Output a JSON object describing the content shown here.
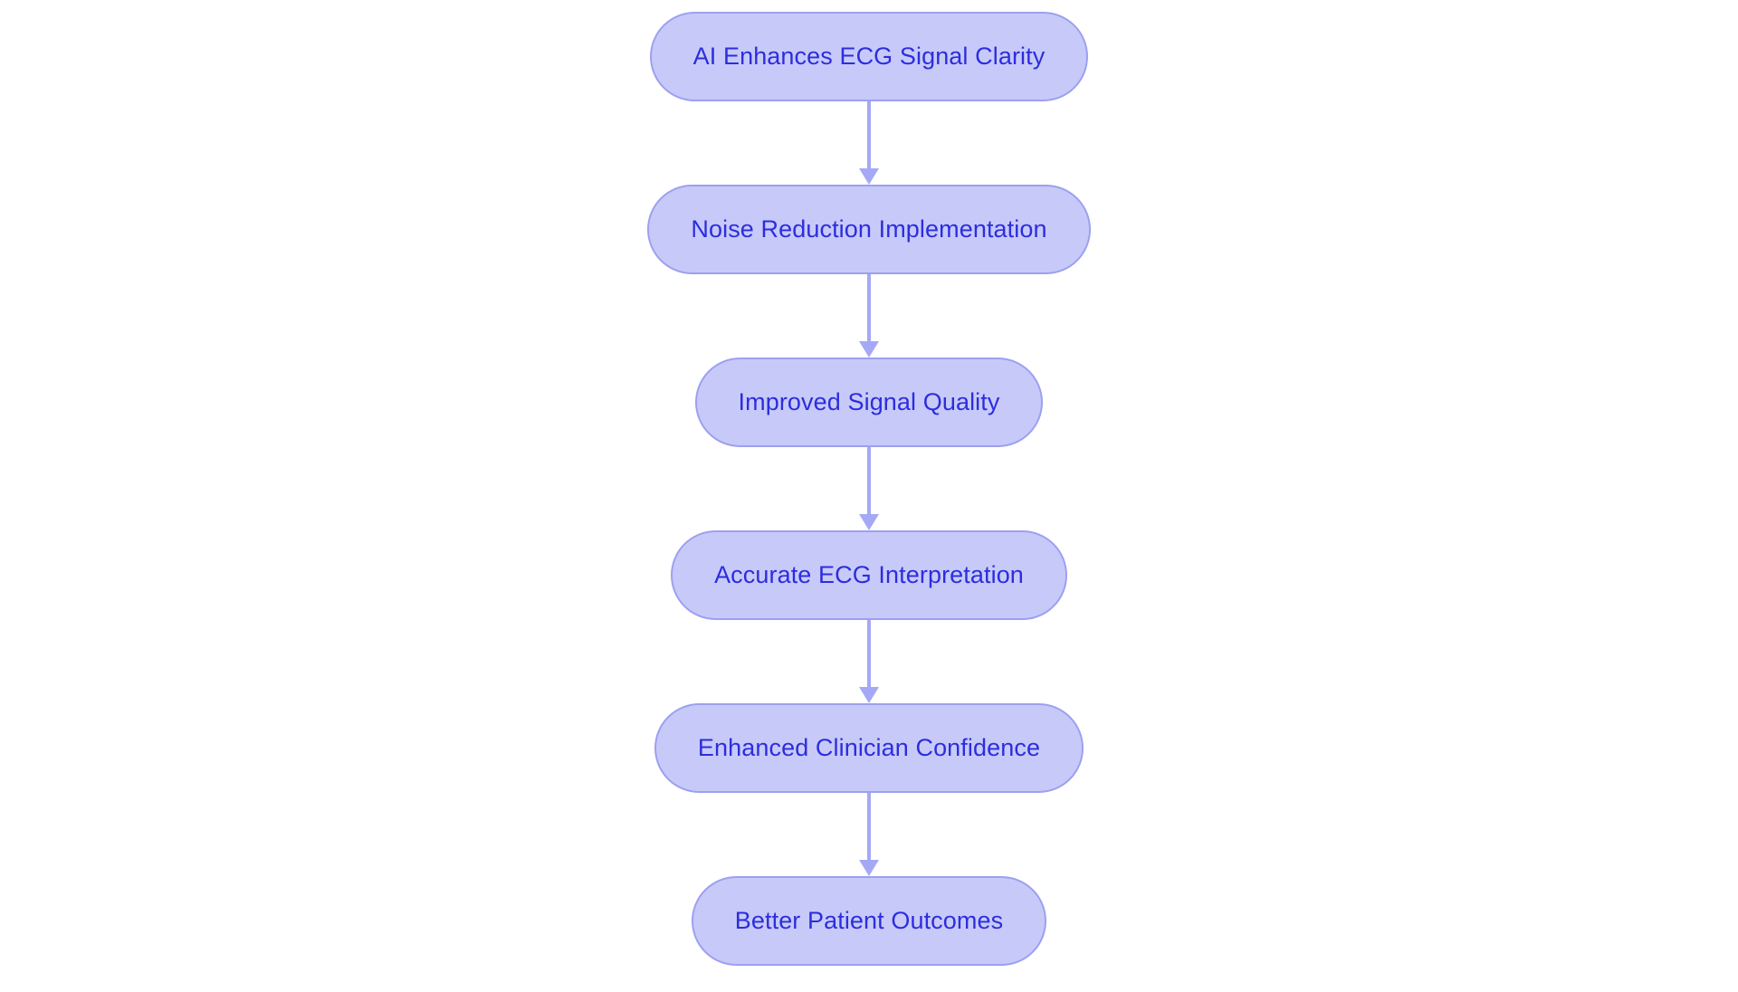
{
  "chart_data": {
    "type": "diagram",
    "diagram_type": "flowchart",
    "orientation": "top-to-bottom",
    "title": "",
    "node_shape": "rounded-pill",
    "colors": {
      "background": "#ffffff",
      "node_fill": "#c7caf9",
      "node_border": "#9ca0f0",
      "node_text": "#2d2ddd",
      "connector": "#a5a9f5"
    },
    "nodes": [
      {
        "id": "n1",
        "label": "AI Enhances ECG Signal Clarity"
      },
      {
        "id": "n2",
        "label": "Noise Reduction Implementation"
      },
      {
        "id": "n3",
        "label": "Improved Signal Quality"
      },
      {
        "id": "n4",
        "label": "Accurate ECG Interpretation"
      },
      {
        "id": "n5",
        "label": "Enhanced Clinician Confidence"
      },
      {
        "id": "n6",
        "label": "Better Patient Outcomes"
      }
    ],
    "edges": [
      {
        "from": "n1",
        "to": "n2",
        "label": "",
        "arrow": "down"
      },
      {
        "from": "n2",
        "to": "n3",
        "label": "",
        "arrow": "down"
      },
      {
        "from": "n3",
        "to": "n4",
        "label": "",
        "arrow": "down"
      },
      {
        "from": "n4",
        "to": "n5",
        "label": "",
        "arrow": "down"
      },
      {
        "from": "n5",
        "to": "n6",
        "label": "",
        "arrow": "down"
      }
    ]
  },
  "diagram": {
    "nodes": [
      {
        "label": "AI Enhances ECG Signal Clarity"
      },
      {
        "label": "Noise Reduction Implementation"
      },
      {
        "label": "Improved Signal Quality"
      },
      {
        "label": "Accurate ECG Interpretation"
      },
      {
        "label": "Enhanced Clinician Confidence"
      },
      {
        "label": "Better Patient Outcomes"
      }
    ]
  }
}
